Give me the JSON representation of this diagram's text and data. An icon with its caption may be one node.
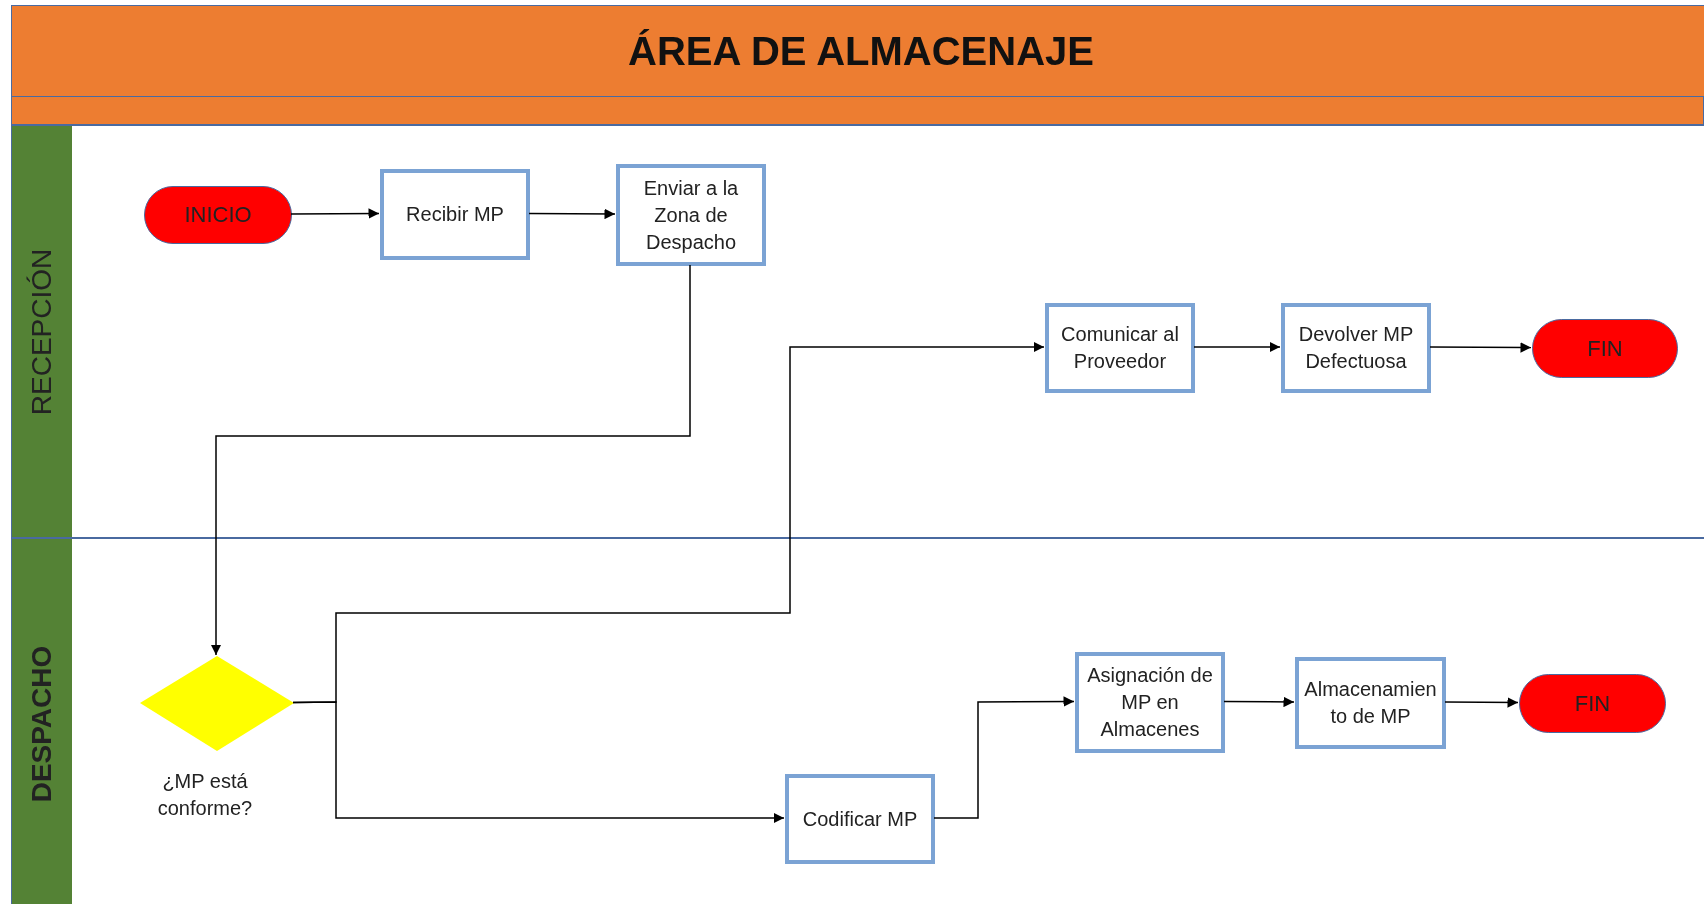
{
  "diagram": {
    "nodes": [
      {
        "text": [
          "ÁREA DE ALMACENAJE"
        ]
      },
      {
        "text": [
          "RECEPCIÓN"
        ]
      },
      {
        "text": [
          "INICIO"
        ],
        "in": 1
      },
      {
        "text": [
          "Recibir MP"
        ],
        "in": 1
      },
      {
        "text": [
          "Enviar a la Zona de Despacho"
        ],
        "in": 1
      },
      {
        "text": [
          "Comunicar al Proveedor"
        ],
        "in": 1
      },
      {
        "text": [
          "Devolver MP Defectuosa"
        ],
        "in": 1
      },
      {
        "text": [
          "FIN"
        ],
        "in": 1
      },
      {
        "text": [
          "DESPACHO"
        ]
      },
      {
        "text": [
          "¿MP está conforme?"
        ],
        "in": 8
      },
      {
        "text": [
          "Codificar MP"
        ],
        "in": 8
      },
      {
        "text": [
          "Asignación de MP en Almacenes"
        ],
        "in": 8
      },
      {
        "text": [
          "Almacenamiento de MP"
        ],
        "in": 8
      },
      {
        "text": [
          "FIN"
        ],
        "in": 8
      }
    ],
    "edges": [
      {
        "from": 2,
        "to": 3,
        "arrow": "to"
      },
      {
        "from": 3,
        "to": 4,
        "arrow": "to"
      },
      {
        "from": 4,
        "to": 9,
        "arrow": "to"
      },
      {
        "from": 9,
        "to": 5,
        "arrow": "to"
      },
      {
        "from": 9,
        "to": 10,
        "arrow": "to"
      },
      {
        "from": 5,
        "to": 6,
        "arrow": "to"
      },
      {
        "from": 6,
        "to": 7,
        "arrow": "to"
      },
      {
        "from": 10,
        "to": 11,
        "arrow": "to"
      },
      {
        "from": 11,
        "to": 12,
        "arrow": "to"
      },
      {
        "from": 12,
        "to": 13,
        "arrow": "to"
      }
    ]
  }
}
